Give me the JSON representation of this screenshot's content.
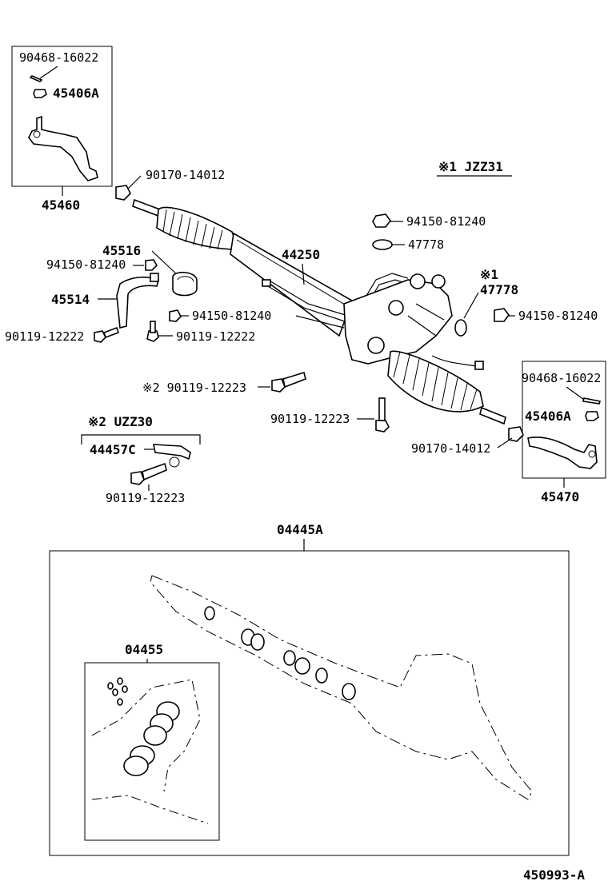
{
  "labels": {
    "cotter_pin_left": "90468-16022",
    "nut_45406a_left": "45406A",
    "tie_rod_end_left": "45460",
    "nut_left_inner": "90170-14012",
    "model_jzz31": "※1  JZZ31",
    "nut_94150_top": "94150-81240",
    "washer_47778_top": "47778",
    "part_45516": "45516",
    "nut_94150_left": "94150-81240",
    "bracket_45514": "45514",
    "bolt_90119_12222_a": "90119-12222",
    "nut_94150_mid": "94150-81240",
    "bolt_90119_12222_b": "90119-12222",
    "rack_44250": "44250",
    "note1_mark": "※1",
    "washer_47778_right": "47778",
    "nut_94150_right": "94150-81240",
    "bolt_90119_12223_note2": "※2 90119-12223",
    "cotter_pin_right": "90468-16022",
    "nut_45406a_right": "45406A",
    "bolt_90119_12223_mid": "90119-12223",
    "nut_right_inner": "90170-14012",
    "tie_rod_end_right": "45470",
    "model_uzz30": "※2  UZZ30",
    "part_44457c": "44457C",
    "bolt_90119_12223_bottom": "90119-12223",
    "kit_04445a": "04445A",
    "kit_04455": "04455",
    "diagram_number": "450993-A"
  }
}
